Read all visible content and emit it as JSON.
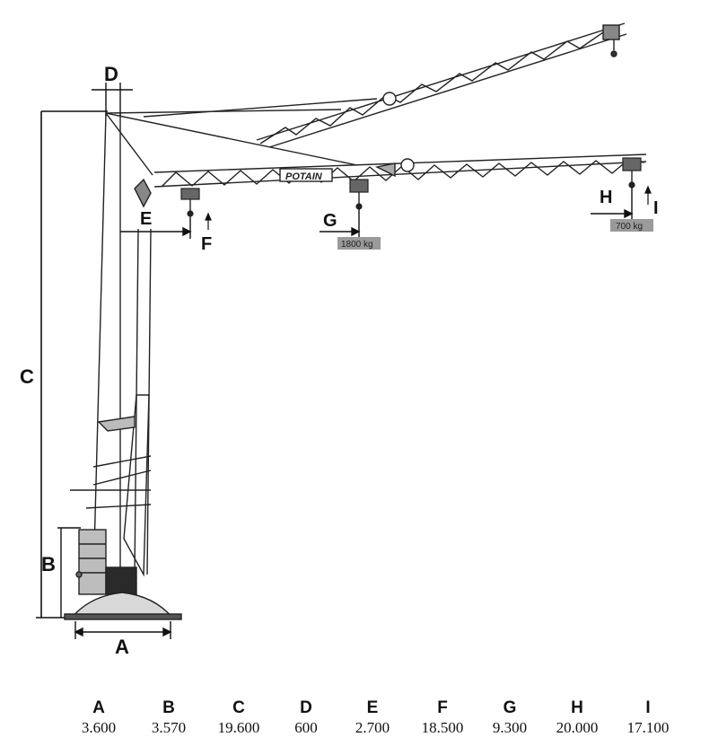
{
  "labels": {
    "A": "A",
    "B": "B",
    "C": "C",
    "D": "D",
    "E": "E",
    "F": "F",
    "G": "G",
    "H": "H",
    "I": "I"
  },
  "boom_brand": "POTAIN",
  "loads": {
    "mid": "1800 kg",
    "tip": "700 kg"
  },
  "spec_table": [
    {
      "letter": "A",
      "value": "3.600"
    },
    {
      "letter": "B",
      "value": "3.570"
    },
    {
      "letter": "C",
      "value": "19.600"
    },
    {
      "letter": "D",
      "value": "600"
    },
    {
      "letter": "E",
      "value": "2.700"
    },
    {
      "letter": "F",
      "value": "18.500"
    },
    {
      "letter": "G",
      "value": "9.300"
    },
    {
      "letter": "H",
      "value": "20.000"
    },
    {
      "letter": "I",
      "value": "17.100"
    }
  ]
}
